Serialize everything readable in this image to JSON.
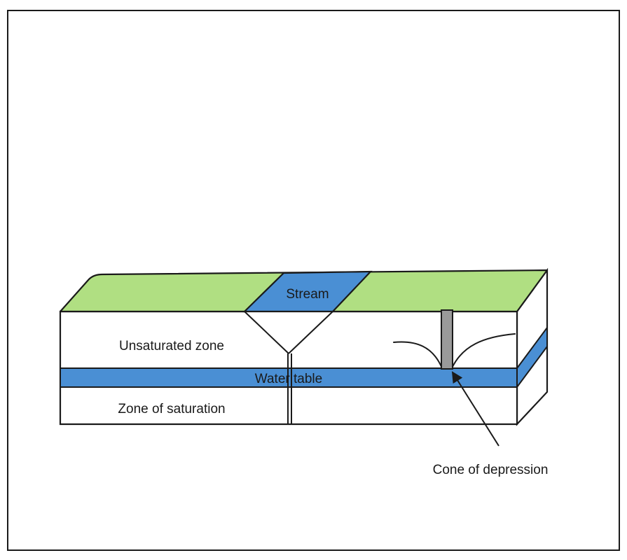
{
  "figure": {
    "title": "Groundwater block diagram with stream, water table and pumping well",
    "border_color": "#1a1a1a",
    "background_color": "#ffffff"
  },
  "colors": {
    "grass_green": "#b0df82",
    "water_blue": "#4a8fd4",
    "well_gray": "#9a9a9a",
    "outline": "#1a1a1a",
    "text": "#1a1a1a",
    "subsurface_white": "#ffffff"
  },
  "labels": {
    "stream": "Stream",
    "unsaturated_zone": "Unsaturated zone",
    "water_table": "Water table",
    "zone_of_saturation": "Zone of saturation",
    "cone_of_depression": "Cone of depression"
  },
  "elements": {
    "ground_surface": "grass-green top surface of block",
    "stream_channel": "blue parallelogram stream with v-shaped incised channel",
    "water_table_band": "horizontal blue band across front face",
    "well_casing": "gray vertical well shaft from ground surface to water table",
    "cone_curves": "two curved drawdown lines meeting at base of well",
    "leader_line": "arrow pointing from the cone of depression label up to the well base"
  }
}
